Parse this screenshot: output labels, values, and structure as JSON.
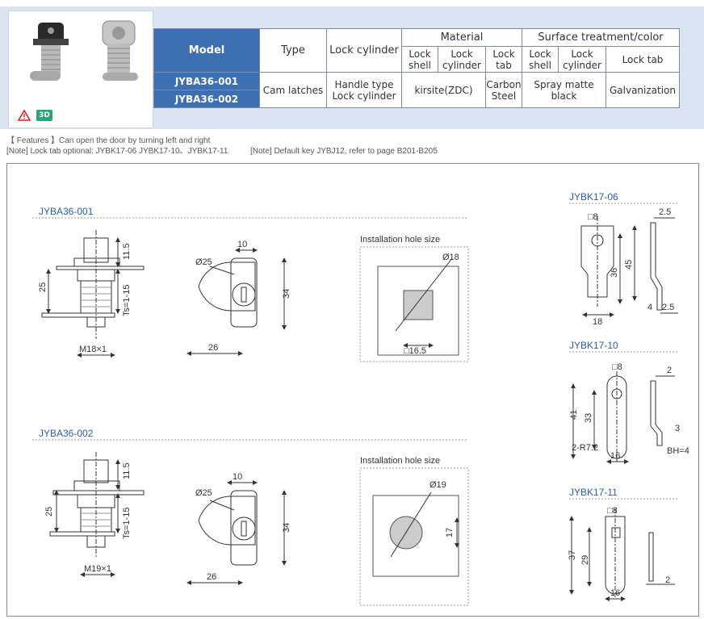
{
  "table": {
    "model_header": "Model",
    "type_header": "Type",
    "lock_cylinder_header": "Lock cylinder",
    "material_header": "Material",
    "surface_header": "Surface treatment/color",
    "mat_lock_shell": "Lock shell",
    "mat_lock_cylinder": "Lock cylinder",
    "mat_lock_tab": "Lock tab",
    "surf_lock_shell": "Lock shell",
    "surf_lock_cylinder": "Lock cylinder",
    "surf_lock_tab": "Lock tab",
    "model_1": "JYBA36-001",
    "model_2": "JYBA36-002",
    "type_value": "Cam latches",
    "cylinder_value": "Handle type Lock cylinder",
    "material_value": "kirsite(ZDC)",
    "tab_material_value": "Carbon Steel",
    "surface_value": "Spray matte black",
    "tab_surface_value": "Galvanization"
  },
  "badge": {
    "label": "3D"
  },
  "notes": {
    "features": "【 Features 】Can open the door by turning left and right",
    "note_tab": "[Note] Lock tab optional: JYBK17-06 JYBK17-10、JYBK17-11",
    "note_key": "[Note] Default key JYBJ12, refer to page B201-B205"
  },
  "drawings": {
    "title_001": "JYBA36-001",
    "title_002": "JYBA36-002",
    "install_label_1": "Installation hole size",
    "install_label_2": "Installation hole size",
    "d_25": "25",
    "d_11_5": "11.5",
    "d_ts": "Ts=1-15",
    "d_m18": "M18×1",
    "d_m19": "M19×1",
    "d_10": "10",
    "d_phi25": "Ø25",
    "d_34": "34",
    "d_26": "26",
    "d_phi18": "Ø18",
    "d_sq16_5": "□16.5",
    "d_phi19": "Ø19",
    "d_17": "17",
    "tab_06": "JYBK17-06",
    "tab_10": "JYBK17-10",
    "tab_11": "JYBK17-11",
    "t_sq8": "□8",
    "t_2_5": "2.5",
    "t_36": "36",
    "t_45": "45",
    "t_4": "4",
    "t_18": "18",
    "t_41": "41",
    "t_33": "33",
    "t_2": "2",
    "t_3": "3",
    "t_r": "2-R7.2",
    "t_16": "16",
    "t_bh": "BH=4",
    "t_37": "37",
    "t_29": "29"
  }
}
